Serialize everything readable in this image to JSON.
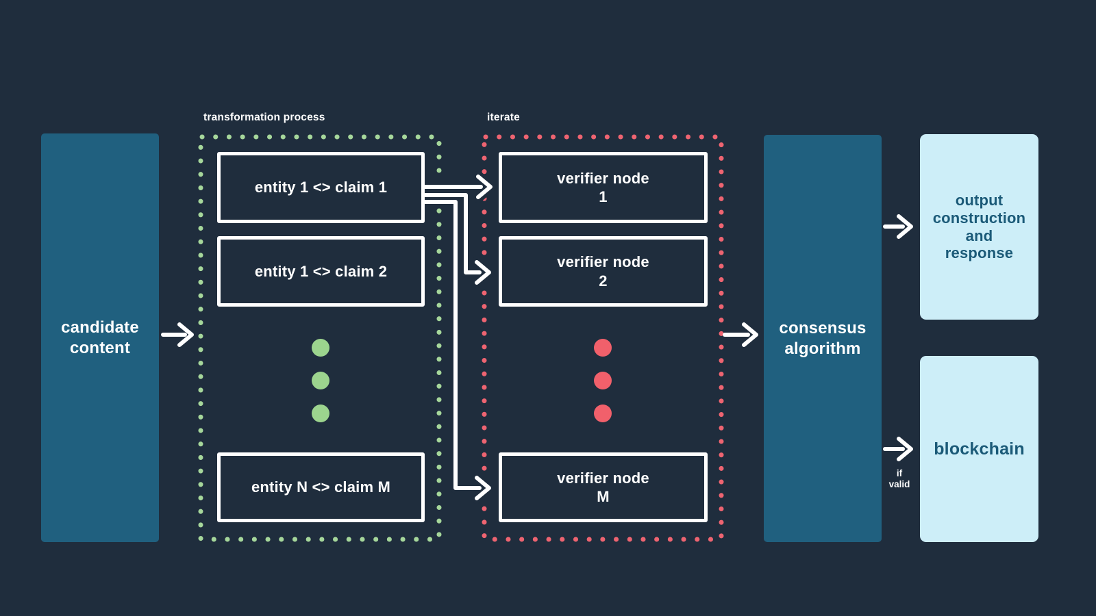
{
  "colors": {
    "background": "#1f2d3d",
    "primary_box": "#20607f",
    "light_box": "#cdeef8",
    "light_box_text": "#1b5a78",
    "box_border": "#ffffff",
    "green_dots": "#9cd48e",
    "red_dots": "#f1606b",
    "arrow": "#ffffff"
  },
  "nodes": {
    "candidate": {
      "label": "candidate\ncontent"
    },
    "consensus": {
      "label": "consensus\nalgorithm"
    },
    "output": {
      "label": "output\nconstruction\nand\nresponse"
    },
    "blockchain": {
      "label": "blockchain"
    }
  },
  "groups": {
    "transformation": {
      "label": "transformation process",
      "items": [
        "entity 1 <> claim 1",
        "entity 1 <> claim 2",
        "entity N <> claim M"
      ]
    },
    "iterate": {
      "label": "iterate",
      "items": [
        "verifier node\n1",
        "verifier node\n2",
        "verifier node\nM"
      ]
    }
  },
  "annotations": {
    "if_valid": "if\nvalid"
  }
}
